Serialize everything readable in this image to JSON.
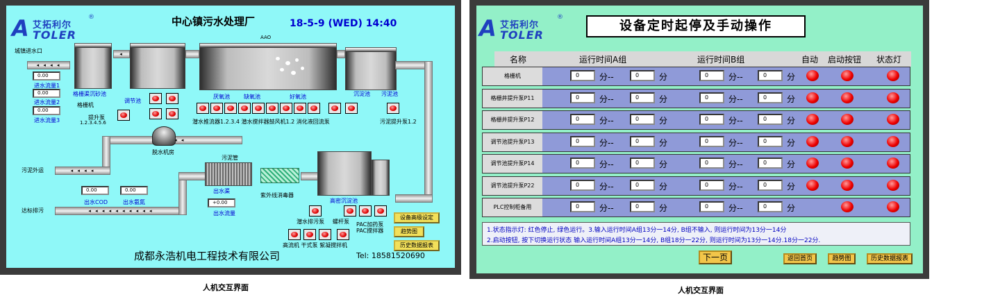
{
  "screen1": {
    "logo": {
      "letter": "A",
      "cn": "艾拓利尔",
      "en": "TOLER",
      "reg": "®"
    },
    "title": "中心镇污水处理厂",
    "datetime": "18-5-9 (WED) 14:40",
    "aao_label": "AAO",
    "labels": {
      "city_inlet": "城镇进水口",
      "grid_grit": "格栅渠沉砂池",
      "grid_machine": "格栅机",
      "lift_pump": "提升泵",
      "lift_pump_nums": "1.2.3.4.5.6",
      "regulating_pool": "调节池",
      "anaerobic": "厌氧池",
      "anoxic": "缺氧池",
      "aerobic": "好氧池",
      "sediment": "沉淀池",
      "sludge_pool": "污泥池",
      "devices_row": "潜水推流器1.2.3.4  潜水搅拌器鼓风机1.2 消化液回流泵",
      "sludge_lift_pump": "污泥提升泵1.2",
      "dewatering_room": "脱水机房",
      "sludge_out": "污泥外运",
      "sludge_pipe": "污泥管",
      "effluent_channel": "出水渠",
      "uv_disinfector": "紫外线消毒器",
      "high_density_pool": "高密沉淀池",
      "discharge": "达标排污",
      "out_cod": "出水COD",
      "out_ammonia": "出水氨氮",
      "out_flow": "出水流量",
      "inflow1": "进水流量1",
      "inflow2": "进水流量2",
      "inflow3": "进水流量3",
      "sub_pump": "潜水排污泵",
      "sludge_pump": "螺杆泵",
      "pac_dose": "PAC加药泵",
      "pac_mixer": "PAC搅拌器",
      "bottom_row": "高流机 干式泵 絮凝搅拌机"
    },
    "values": {
      "inflow1": "0.00",
      "inflow2": "0.00",
      "inflow3": "0.00",
      "out_cod": "0.00",
      "out_ammonia": "0.00",
      "out_flow": "+0.00"
    },
    "buttons": {
      "advanced": "设备高级设定",
      "trend": "趋势图",
      "history": "历史数据报表"
    },
    "company": "成都永浩机电工程技术有限公司",
    "tel": "Tel: 18581520690"
  },
  "screen2": {
    "logo": {
      "letter": "A",
      "cn": "艾拓利尔",
      "en": "TOLER",
      "reg": "®"
    },
    "title": "设备定时起停及手动操作",
    "headers": {
      "name": "名称",
      "group_a": "运行时间A组",
      "group_b": "运行时间B组",
      "auto": "自动",
      "start_btn": "启动按钮",
      "status_lamp": "状态灯"
    },
    "unit_dash": "分--",
    "unit_min": "分",
    "rows": [
      {
        "name": "格栅机",
        "a1": "0",
        "a2": "0",
        "b1": "0",
        "b2": "0"
      },
      {
        "name": "格栅井提升泵P11",
        "a1": "0",
        "a2": "0",
        "b1": "0",
        "b2": "0"
      },
      {
        "name": "格栅井提升泵P12",
        "a1": "0",
        "a2": "0",
        "b1": "0",
        "b2": "0"
      },
      {
        "name": "调节池提升泵P13",
        "a1": "0",
        "a2": "0",
        "b1": "0",
        "b2": "0"
      },
      {
        "name": "调节池提升泵P14",
        "a1": "0",
        "a2": "0",
        "b1": "0",
        "b2": "0"
      },
      {
        "name": "调节池提升泵P22",
        "a1": "0",
        "a2": "0",
        "b1": "0",
        "b2": "0"
      },
      {
        "name": "PLC控制柜备用",
        "a1": "0",
        "a2": "0",
        "b1": "0",
        "b2": "0"
      }
    ],
    "notes": {
      "line1": "1.状态指示灯: 红色停止, 绿色运行。3.输入运行时间A组13分一14分, B组不输入, 则运行时间为13分一14分",
      "line2": "2.启动按钮, 按下切换运行状态    输入运行时间A组13分一14分, B组18分一22分, 则运行时间为13分一14分.18分一22分."
    },
    "buttons": {
      "next": "下一页",
      "home": "返回首页",
      "trend": "趋势图",
      "history": "历史数据报表"
    }
  },
  "captions": {
    "left": "人机交互界面",
    "right": "人机交互界面"
  }
}
